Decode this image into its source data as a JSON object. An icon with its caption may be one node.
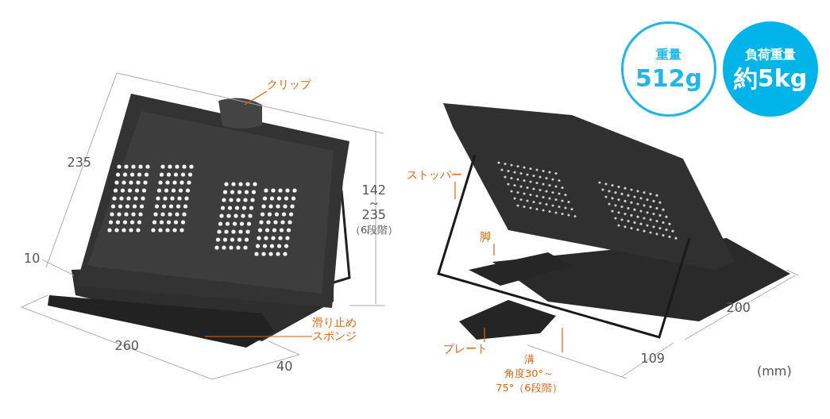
{
  "diagram": {
    "nodes": [
      {
        "text": [
          "クリップ"
        ]
      },
      {
        "text": [
          "滑り止めスポンジ"
        ]
      },
      {
        "text": [
          "ストッパー"
        ]
      },
      {
        "text": [
          "脚"
        ]
      },
      {
        "text": [
          "プレート"
        ]
      },
      {
        "text": [
          "溝",
          "角度30°～75°（6段階）"
        ]
      },
      {
        "text": [
          "重量",
          "512g"
        ]
      },
      {
        "text": [
          "負荷重量",
          "約5kg"
        ]
      }
    ],
    "edges": [
      {
        "from": 0,
        "to": null,
        "arrow": "none"
      },
      {
        "from": 1,
        "to": null,
        "arrow": "none"
      },
      {
        "from": 2,
        "to": null,
        "arrow": "none"
      },
      {
        "from": 3,
        "to": null,
        "arrow": "none"
      },
      {
        "from": 4,
        "to": null,
        "arrow": "none"
      },
      {
        "from": 5,
        "to": null,
        "arrow": "none"
      }
    ],
    "labels": [
      "235",
      "142",
      "～",
      "235",
      "（6段階）",
      "10",
      "260",
      "40",
      "200",
      "109",
      "(mm)"
    ]
  }
}
